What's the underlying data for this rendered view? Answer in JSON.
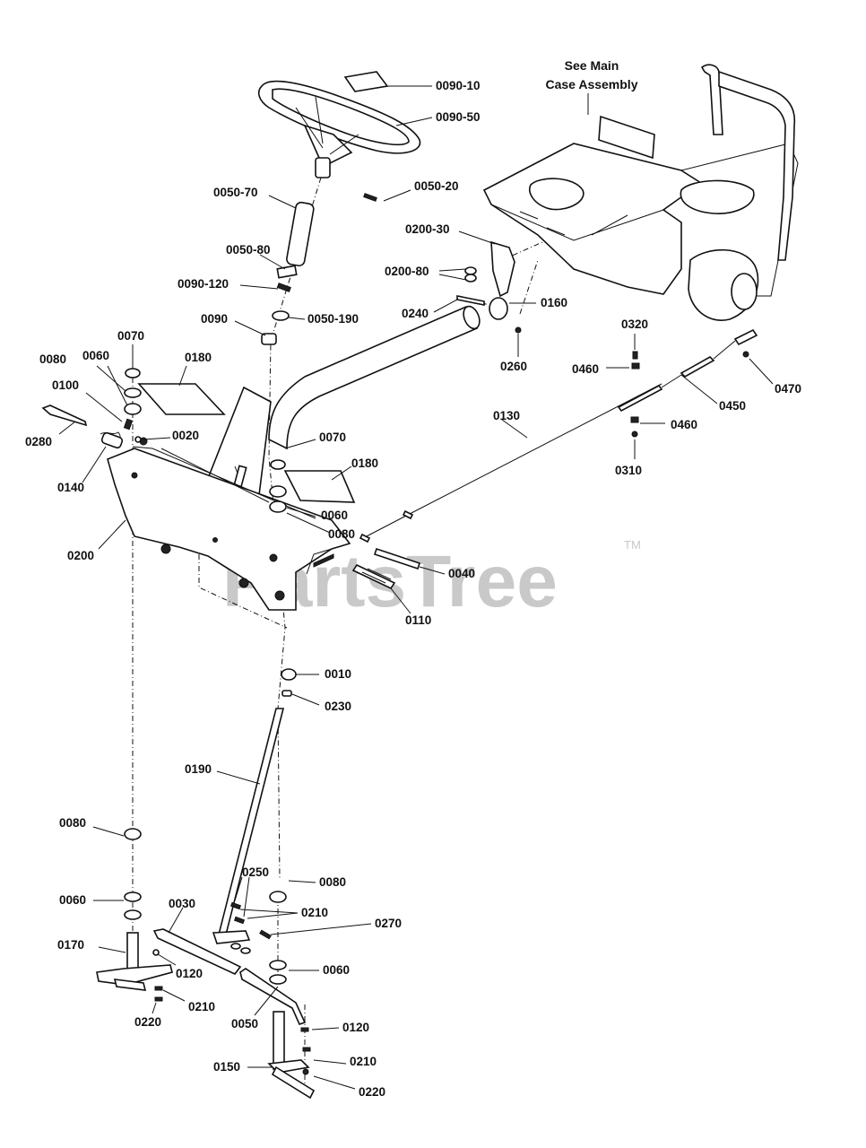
{
  "watermark": {
    "text": "PartsTree",
    "trademark": "TM"
  },
  "note": {
    "line1": "See Main",
    "line2": "Case Assembly"
  },
  "callouts": [
    {
      "id": "c-0090-10",
      "text": "0090-10"
    },
    {
      "id": "c-0090-50",
      "text": "0090-50"
    },
    {
      "id": "c-0050-20",
      "text": "0050-20"
    },
    {
      "id": "c-0050-70",
      "text": "0050-70"
    },
    {
      "id": "c-0200-30",
      "text": "0200-30"
    },
    {
      "id": "c-0050-80",
      "text": "0050-80"
    },
    {
      "id": "c-0200-80",
      "text": "0200-80"
    },
    {
      "id": "c-0090-120",
      "text": "0090-120"
    },
    {
      "id": "c-0160",
      "text": "0160"
    },
    {
      "id": "c-0240",
      "text": "0240"
    },
    {
      "id": "c-0090",
      "text": "0090"
    },
    {
      "id": "c-0050-190",
      "text": "0050-190"
    },
    {
      "id": "c-0320",
      "text": "0320"
    },
    {
      "id": "c-0070a",
      "text": "0070"
    },
    {
      "id": "c-0080a",
      "text": "0080"
    },
    {
      "id": "c-0060a",
      "text": "0060"
    },
    {
      "id": "c-0180a",
      "text": "0180"
    },
    {
      "id": "c-0260",
      "text": "0260"
    },
    {
      "id": "c-0460a",
      "text": "0460"
    },
    {
      "id": "c-0470",
      "text": "0470"
    },
    {
      "id": "c-0100",
      "text": "0100"
    },
    {
      "id": "c-0450",
      "text": "0450"
    },
    {
      "id": "c-0130",
      "text": "0130"
    },
    {
      "id": "c-0460b",
      "text": "0460"
    },
    {
      "id": "c-0020",
      "text": "0020"
    },
    {
      "id": "c-0280",
      "text": "0280"
    },
    {
      "id": "c-0070b",
      "text": "0070"
    },
    {
      "id": "c-0180b",
      "text": "0180"
    },
    {
      "id": "c-0310",
      "text": "0310"
    },
    {
      "id": "c-0140",
      "text": "0140"
    },
    {
      "id": "c-0060b",
      "text": "0060"
    },
    {
      "id": "c-0080b",
      "text": "0080"
    },
    {
      "id": "c-0200",
      "text": "0200"
    },
    {
      "id": "c-0040",
      "text": "0040"
    },
    {
      "id": "c-0110",
      "text": "0110"
    },
    {
      "id": "c-0010",
      "text": "0010"
    },
    {
      "id": "c-0230",
      "text": "0230"
    },
    {
      "id": "c-0190",
      "text": "0190"
    },
    {
      "id": "c-0080c",
      "text": "0080"
    },
    {
      "id": "c-0250",
      "text": "0250"
    },
    {
      "id": "c-0080d",
      "text": "0080"
    },
    {
      "id": "c-0060c",
      "text": "0060"
    },
    {
      "id": "c-0030",
      "text": "0030"
    },
    {
      "id": "c-0210a",
      "text": "0210"
    },
    {
      "id": "c-0270",
      "text": "0270"
    },
    {
      "id": "c-0170",
      "text": "0170"
    },
    {
      "id": "c-0120a",
      "text": "0120"
    },
    {
      "id": "c-0060d",
      "text": "0060"
    },
    {
      "id": "c-0210b",
      "text": "0210"
    },
    {
      "id": "c-0220a",
      "text": "0220"
    },
    {
      "id": "c-0050",
      "text": "0050"
    },
    {
      "id": "c-0120b",
      "text": "0120"
    },
    {
      "id": "c-0150",
      "text": "0150"
    },
    {
      "id": "c-0210c",
      "text": "0210"
    },
    {
      "id": "c-0220b",
      "text": "0220"
    }
  ]
}
